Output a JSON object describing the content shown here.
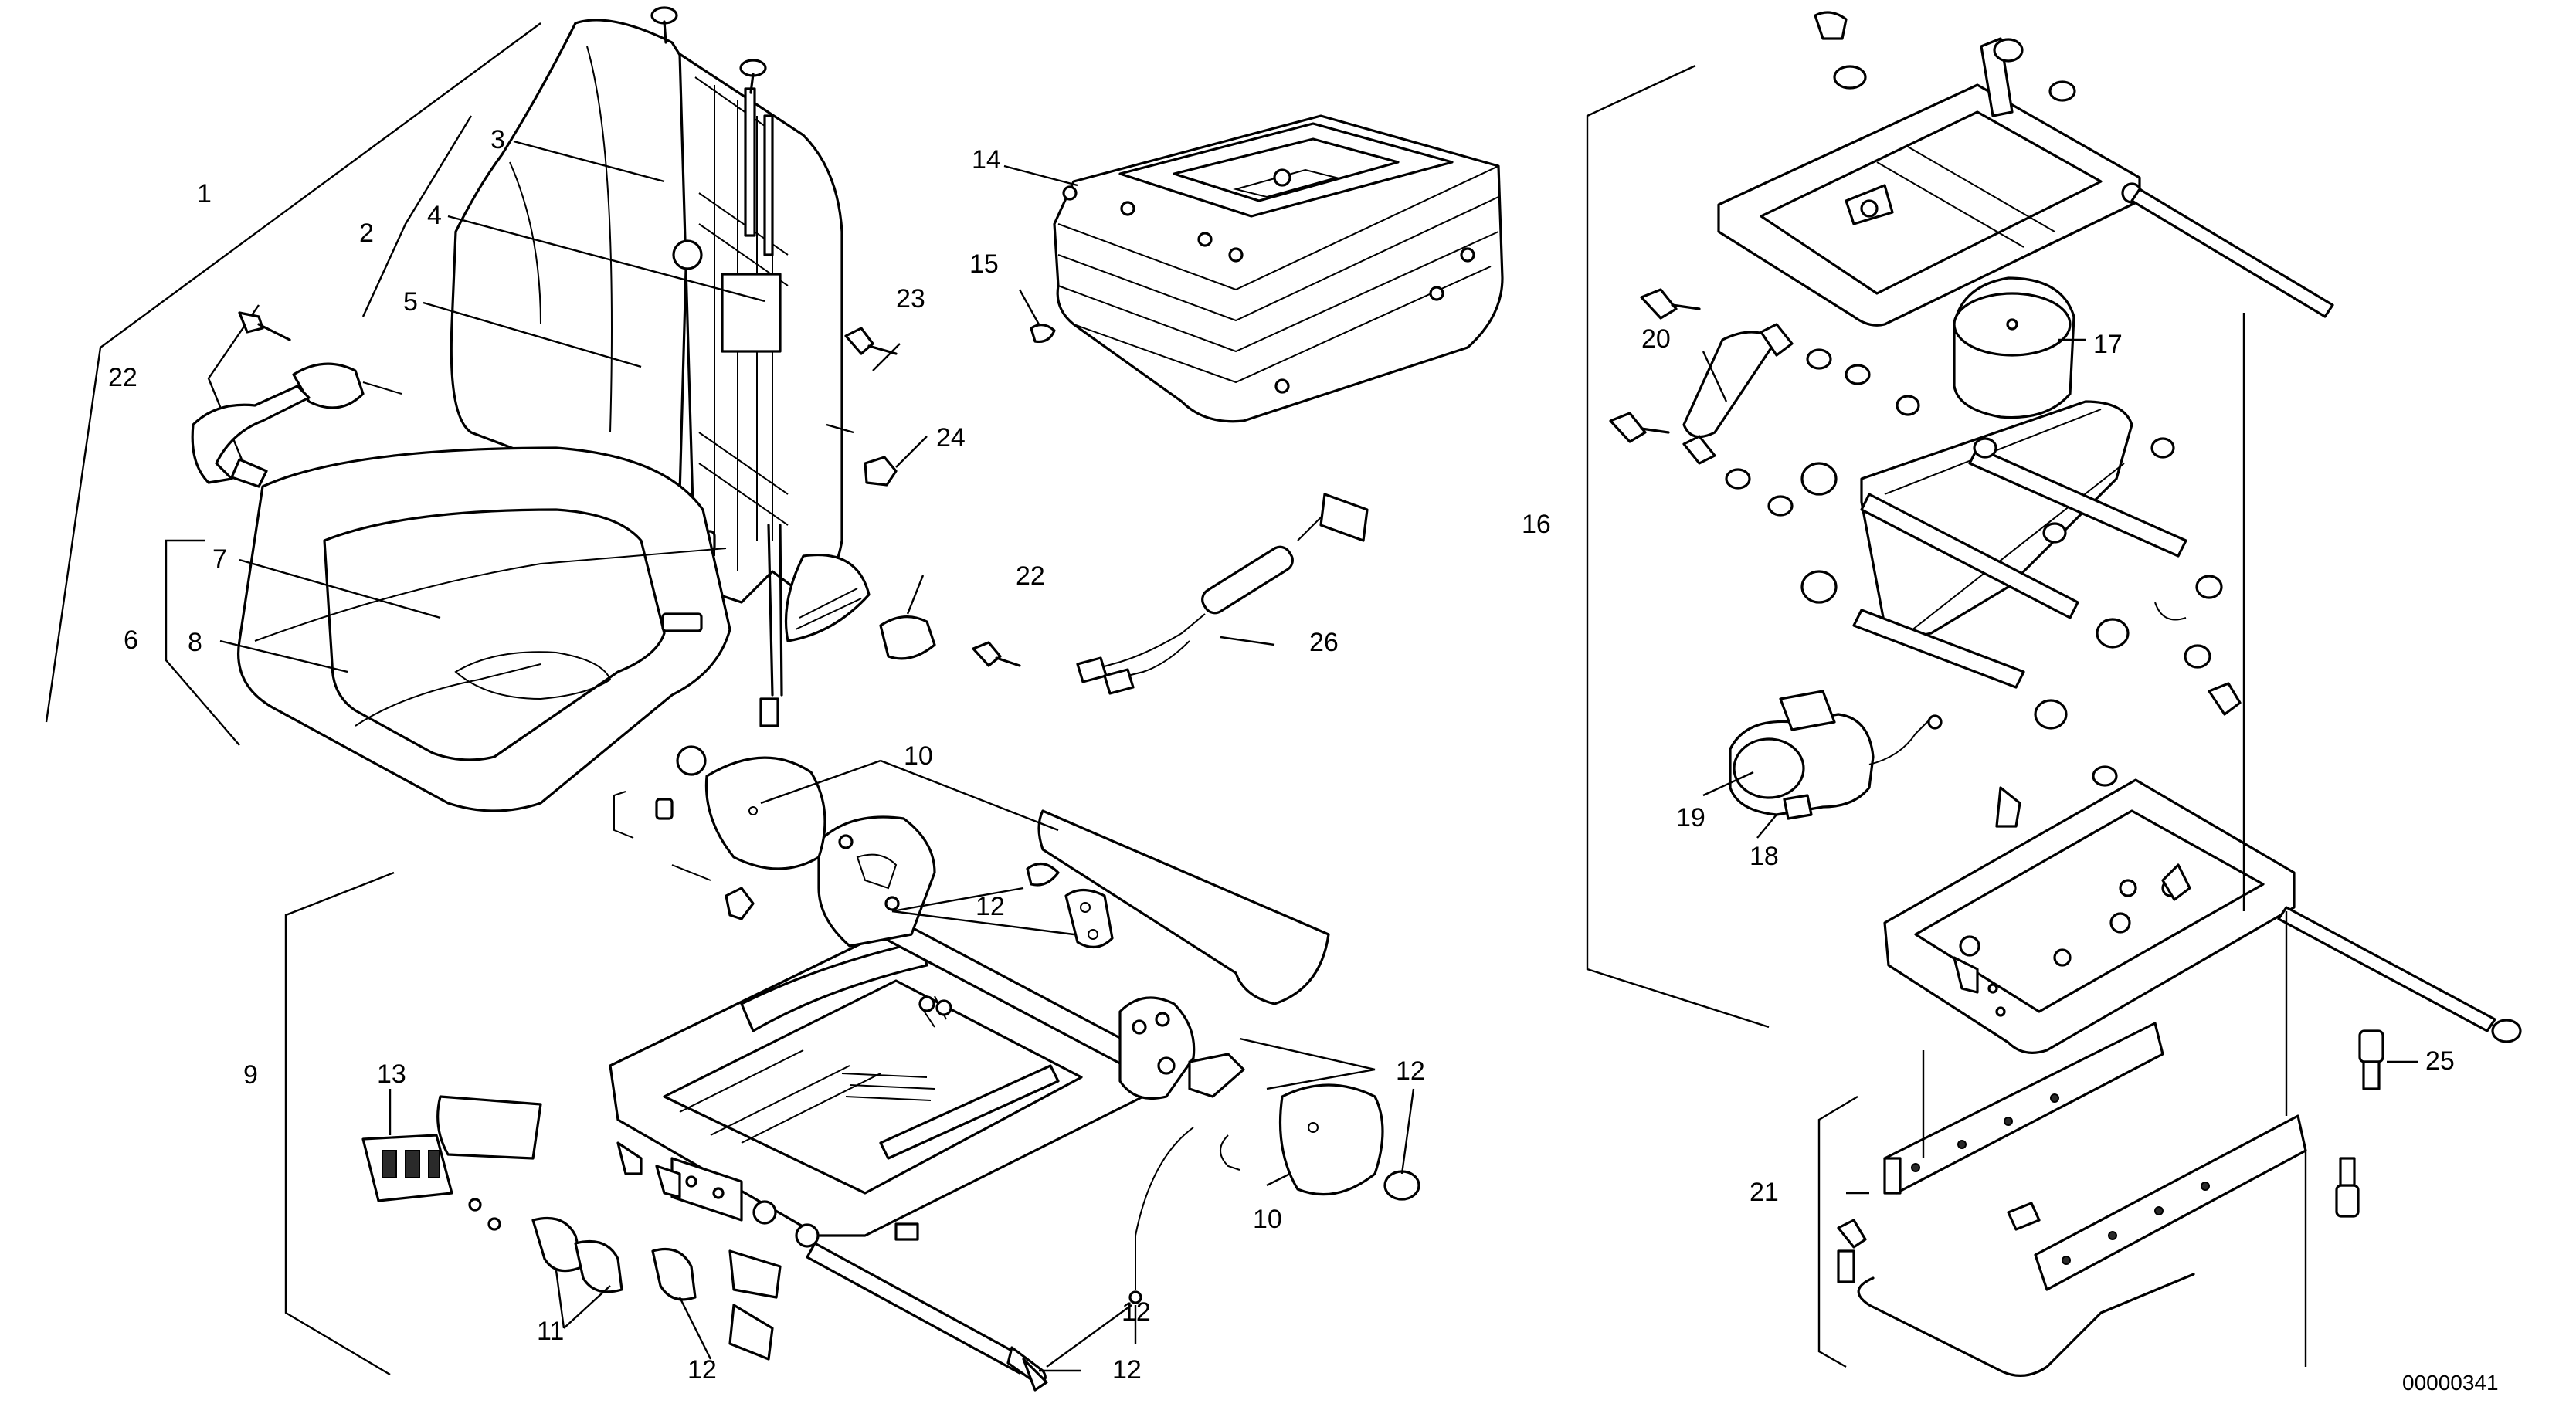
{
  "figure": {
    "reference_number": "00000341",
    "callouts": {
      "c1": "1",
      "c2": "2",
      "c3": "3",
      "c4": "4",
      "c5": "5",
      "c6": "6",
      "c7": "7",
      "c8": "8",
      "c9": "9",
      "c10a": "10",
      "c10b": "10",
      "c11": "11",
      "c12a": "12",
      "c12b": "12",
      "c12c": "12",
      "c12d": "12",
      "c12e": "12",
      "c13": "13",
      "c14": "14",
      "c15": "15",
      "c16": "16",
      "c17": "17",
      "c18": "18",
      "c19": "19",
      "c20": "20",
      "c21": "21",
      "c22a": "22",
      "c22b": "22",
      "c23": "23",
      "c24": "24",
      "c25": "25",
      "c26": "26"
    }
  }
}
